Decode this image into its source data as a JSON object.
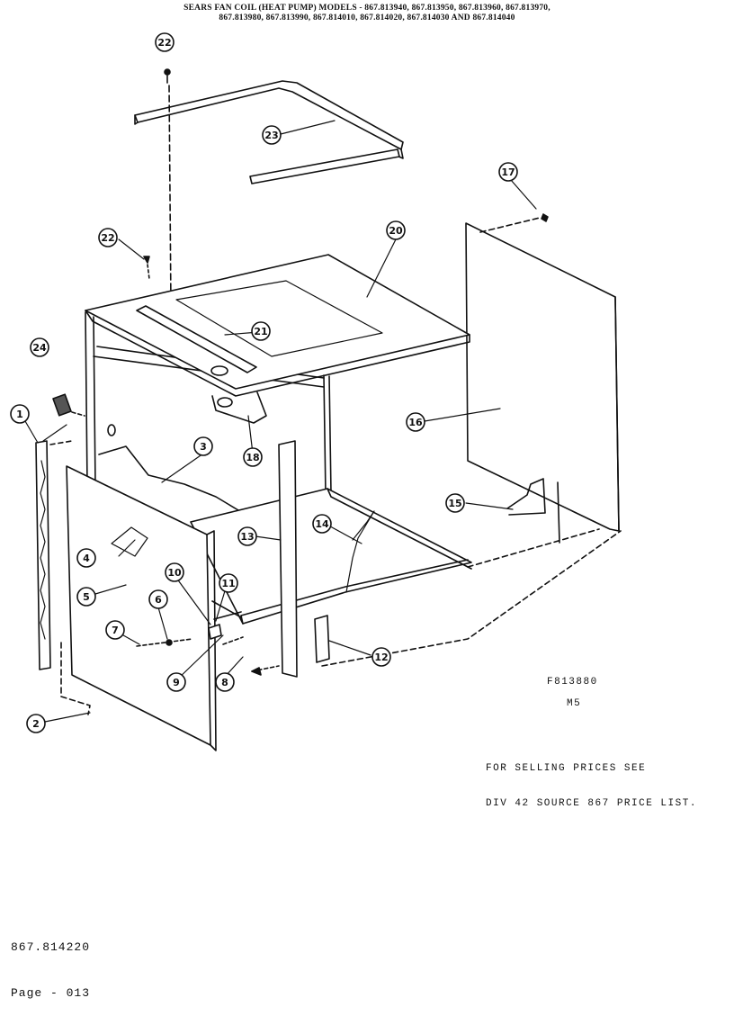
{
  "header": {
    "line1": "SEARS FAN COIL (HEAT PUMP) MODELS - 867.813940, 867.813950, 867.813960, 867.813970,",
    "line2": "867.813980, 867.813990, 867.814010, 867.814020, 867.814030 AND 867.814040"
  },
  "callouts": [
    {
      "id": "c1",
      "label": "1"
    },
    {
      "id": "c2",
      "label": "2"
    },
    {
      "id": "c3",
      "label": "3"
    },
    {
      "id": "c4",
      "label": "4"
    },
    {
      "id": "c5",
      "label": "5"
    },
    {
      "id": "c6",
      "label": "6"
    },
    {
      "id": "c7",
      "label": "7"
    },
    {
      "id": "c8",
      "label": "8"
    },
    {
      "id": "c9",
      "label": "9"
    },
    {
      "id": "c10",
      "label": "10"
    },
    {
      "id": "c11",
      "label": "11"
    },
    {
      "id": "c12",
      "label": "12"
    },
    {
      "id": "c13",
      "label": "13"
    },
    {
      "id": "c14",
      "label": "14"
    },
    {
      "id": "c15",
      "label": "15"
    },
    {
      "id": "c16",
      "label": "16"
    },
    {
      "id": "c17",
      "label": "17"
    },
    {
      "id": "c18",
      "label": "18"
    },
    {
      "id": "c20",
      "label": "20"
    },
    {
      "id": "c21",
      "label": "21"
    },
    {
      "id": "c22a",
      "label": "22"
    },
    {
      "id": "c22b",
      "label": "22"
    },
    {
      "id": "c23",
      "label": "23"
    },
    {
      "id": "c24",
      "label": "24"
    }
  ],
  "diagram_code": "F813880",
  "diagram_rev": "M5",
  "pricing_note": {
    "line1": "FOR SELLING PRICES SEE",
    "line2": "DIV 42 SOURCE 867 PRICE LIST."
  },
  "footer": {
    "model": "867.814220",
    "page": "Page - 013"
  }
}
